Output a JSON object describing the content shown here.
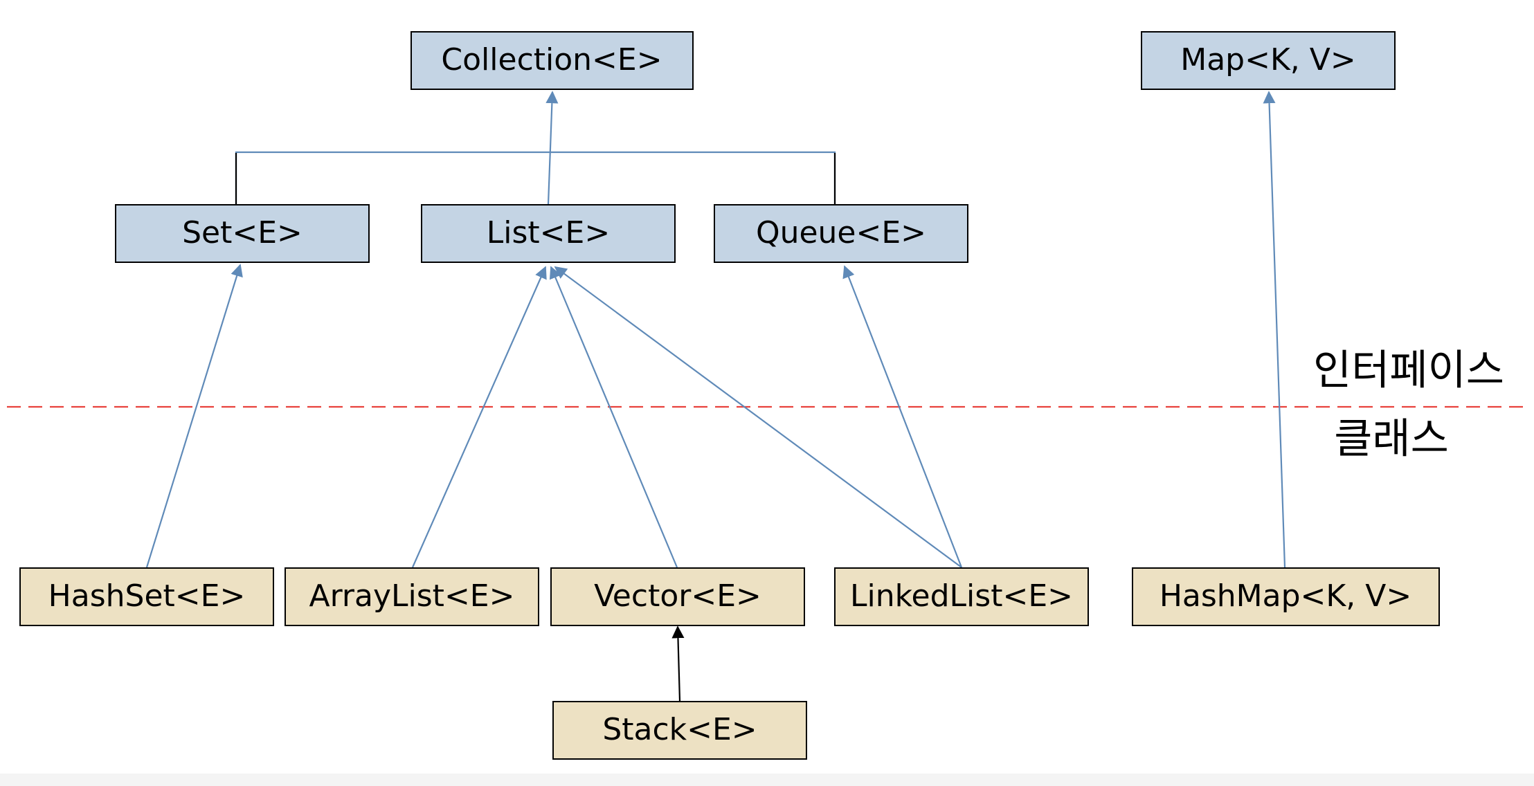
{
  "colors": {
    "interface_fill": "#c4d4e4",
    "class_fill": "#ede1c3",
    "edge": "#5f8ab8",
    "edge_dark": "#000000",
    "separator": "#e8423c"
  },
  "nodes": {
    "collection": "Collection<E>",
    "map": "Map<K, V>",
    "set": "Set<E>",
    "list": "List<E>",
    "queue": "Queue<E>",
    "hashset": "HashSet<E>",
    "arraylist": "ArrayList<E>",
    "vector": "Vector<E>",
    "linkedlist": "LinkedList<E>",
    "hashmap": "HashMap<K, V>",
    "stack": "Stack<E>"
  },
  "labels": {
    "interface_layer": "인터페이스",
    "class_layer": "클래스"
  }
}
